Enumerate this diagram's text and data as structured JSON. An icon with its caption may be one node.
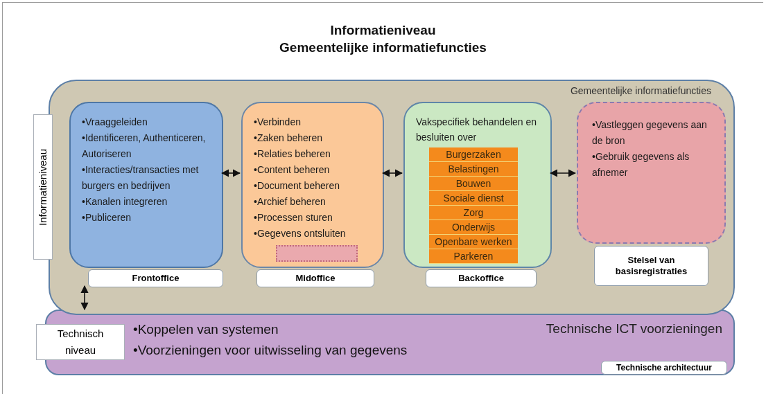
{
  "diagram": {
    "title": "Informatieniveau",
    "nodes": [
      {
        "text": [
          "Gemeentelijke informatiefuncties"
        ]
      },
      {
        "text": [
          "•Vraaggeleiden",
          "•Identificeren, Authenticeren, Autoriseren",
          "•Interacties/transacties met burgers en bedrijven",
          "•Kanalen integreren",
          "•Publiceren"
        ],
        "in": 0
      },
      {
        "text": [
          "Frontoffice"
        ],
        "in": 0
      },
      {
        "text": [
          "•Verbinden",
          "•Zaken beheren",
          "•Relaties beheren",
          "•Content beheren",
          "•Document beheren",
          "•Archief beheren",
          "•Processen sturen",
          "•Gegevens ontsluiten"
        ],
        "in": 0
      },
      {
        "text": [],
        "shape": "box",
        "in": 3
      },
      {
        "text": [
          "Midoffice"
        ],
        "in": 0
      },
      {
        "text": [
          "Vakspecifiek behandelen en besluiten over"
        ],
        "in": 0
      },
      {
        "text": [
          "Burgerzaken"
        ],
        "in": 6
      },
      {
        "text": [
          "Belastingen"
        ],
        "in": 6
      },
      {
        "text": [
          "Bouwen"
        ],
        "in": 6
      },
      {
        "text": [
          "Sociale dienst"
        ],
        "in": 6
      },
      {
        "text": [
          "Zorg"
        ],
        "in": 6
      },
      {
        "text": [
          "Onderwijs"
        ],
        "in": 6
      },
      {
        "text": [
          "Openbare werken"
        ],
        "in": 6
      },
      {
        "text": [
          "Parkeren"
        ],
        "in": 6
      },
      {
        "text": [
          "Backoffice"
        ],
        "in": 0
      },
      {
        "text": [
          "•Vastleggen gegevens aan de bron",
          "•Gebruik gegevens als afnemer"
        ],
        "in": 0
      },
      {
        "text": [
          "Stelsel van basisregistraties"
        ],
        "in": 0
      },
      {
        "text": [
          "Informatieniveau"
        ]
      },
      {
        "text": [
          "•Koppelen van systemen",
          "•Voorzieningen voor uitwisseling van gegevens",
          "Technische ICT voorzieningen"
        ]
      },
      {
        "text": [
          "Technisch niveau"
        ]
      },
      {
        "text": [
          "Technische architectuur"
        ],
        "in": 19
      }
    ],
    "edges": [
      {
        "from": 1,
        "to": 3,
        "arrow": "both"
      },
      {
        "from": 3,
        "to": 6,
        "arrow": "both"
      },
      {
        "from": 6,
        "to": 16,
        "arrow": "both"
      },
      {
        "from": 2,
        "to": 19,
        "arrow": "both"
      }
    ],
    "labels": [
      "Gemeentelijke informatiefuncties"
    ]
  }
}
